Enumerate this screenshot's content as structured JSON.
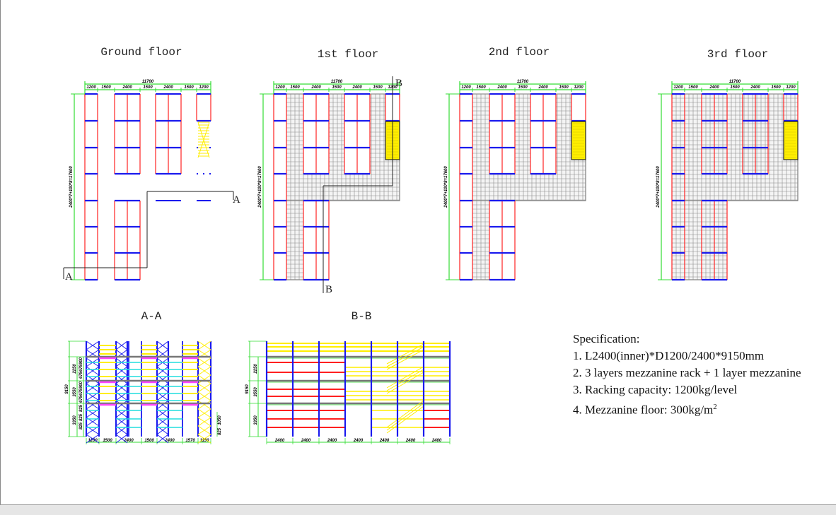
{
  "plans": [
    {
      "title": "Ground floor",
      "mezzanine": false,
      "racks_gridded": false,
      "stair": "ground"
    },
    {
      "title": "1st floor",
      "mezzanine": true,
      "racks_gridded": false,
      "stair": "box"
    },
    {
      "title": "2nd floor",
      "mezzanine": true,
      "racks_gridded": false,
      "stair": "box"
    },
    {
      "title": "3rd floor",
      "mezzanine": true,
      "racks_gridded": true,
      "stair": "box"
    }
  ],
  "plan_dims": {
    "overall_width": "11700",
    "segments": [
      "1200",
      "1500",
      "2400",
      "1500",
      "2400",
      "1500",
      "1200"
    ],
    "overall_length": "2400*7+100*8=17600"
  },
  "section_marks": {
    "a": "A",
    "b": "B"
  },
  "sections": {
    "aa": {
      "title": "A-A",
      "height": "9150",
      "levels": [
        "2250",
        "3550",
        "3350"
      ],
      "sub_levels": [
        "900",
        "675",
        "675",
        "900",
        "675",
        "675",
        "825",
        "825",
        "825"
      ],
      "bottom": [
        "1200",
        "1500",
        "2400",
        "1500",
        "2400",
        "1570",
        "1190"
      ],
      "stair_dims": [
        "1050",
        "825"
      ]
    },
    "bb": {
      "title": "B-B",
      "height": "9150",
      "levels": [
        "2250",
        "3550",
        "3350"
      ],
      "bottom": [
        "2400",
        "2400",
        "2400",
        "2400",
        "2400",
        "2400",
        "2400"
      ]
    }
  },
  "specification": {
    "heading": "Specification:",
    "items": [
      "1. L2400(inner)*D1200/2400*9150mm",
      "2. 3 layers mezzanine rack + 1 layer mezzanine",
      "3. Racking capacity: 1200kg/level",
      "4. Mezzanine floor: 300kg/m"
    ],
    "sup": "2"
  },
  "colors": {
    "dimension": "#33dd33",
    "upright": "#ff2020",
    "beam": "#1a1aee",
    "stair": "#ffee00",
    "grid": "#8a8a8a",
    "magenta": "#ff44ff",
    "cyan": "#22dddd"
  }
}
